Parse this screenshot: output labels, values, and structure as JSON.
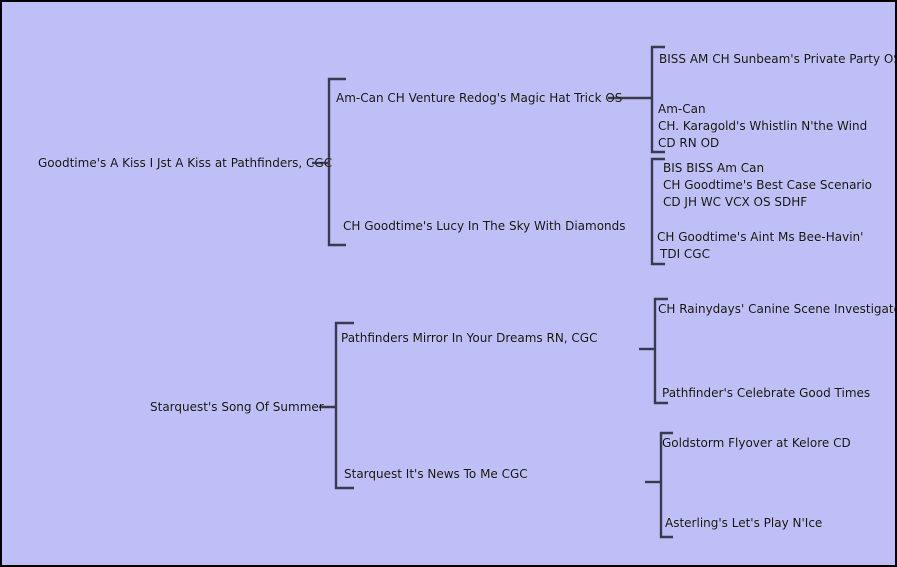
{
  "colors": {
    "background": "#bfbff8",
    "border": "#000000",
    "connector": "#3a3a4e",
    "text": "#111111"
  },
  "pedigree": {
    "dogs": [
      {
        "name": "Goodtime's A Kiss I Jst A Kiss at Pathfinders,  CGC",
        "sire": {
          "name": "Am-Can CH Venture Redog's Magic Hat Trick OS",
          "sire": {
            "lines": [
              "BISS AM CH Sunbeam's Private Party OS"
            ]
          },
          "dam": {
            "lines": [
              "Am-Can",
              "CH. Karagold's Whistlin N'the Wind",
              "CD RN OD"
            ]
          }
        },
        "dam": {
          "name": "CH Goodtime's Lucy In The Sky With Diamonds",
          "sire": {
            "lines": [
              "BIS BISS Am Can",
              "CH Goodtime's Best Case Scenario",
              "CD JH WC VCX OS SDHF"
            ]
          },
          "dam": {
            "lines": [
              "CH Goodtime's Aint Ms Bee-Havin'",
              "TDI CGC"
            ]
          }
        }
      },
      {
        "name": "Starquest's Song Of Summer",
        "sire": {
          "name": "Pathfinders Mirror In Your Dreams RN, CGC",
          "sire": {
            "lines": [
              "CH Rainydays' Canine Scene Investigator"
            ]
          },
          "dam": {
            "lines": [
              "Pathfinder's Celebrate Good Times"
            ]
          }
        },
        "dam": {
          "name": "Starquest It's News To Me CGC",
          "sire": {
            "lines": [
              "Goldstorm Flyover at Kelore CD"
            ]
          },
          "dam": {
            "lines": [
              "Asterling's Let's Play N'Ice"
            ]
          }
        }
      }
    ]
  }
}
